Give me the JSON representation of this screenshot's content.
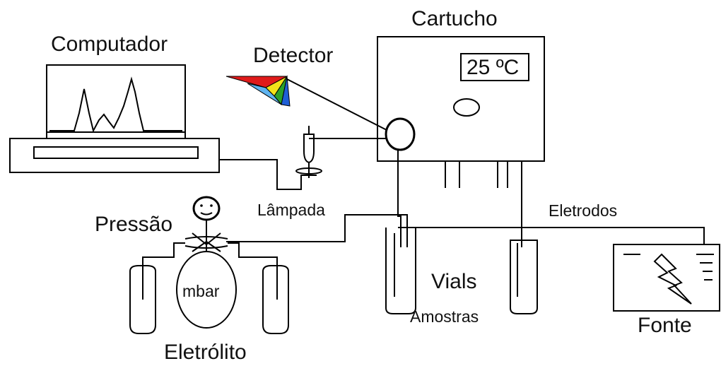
{
  "labels": {
    "computer": "Computador",
    "detector": "Detector",
    "cartridge": "Cartucho",
    "temperature": "25 ºC",
    "lamp": "Lâmpada",
    "pressure": "Pressão",
    "pressure_unit": "mbar",
    "electrodes": "Eletrodos",
    "vials": "Vials",
    "samples": "Amostras",
    "power_supply": "Fonte",
    "electrolyte": "Eletrólito"
  },
  "colors": {
    "line": "#000000",
    "prism_red": "#e01b1b",
    "prism_yellow": "#f2e21a",
    "prism_green": "#2aa12a",
    "prism_blue": "#1f5fd6",
    "prism_light_blue": "#5fb4f0"
  }
}
